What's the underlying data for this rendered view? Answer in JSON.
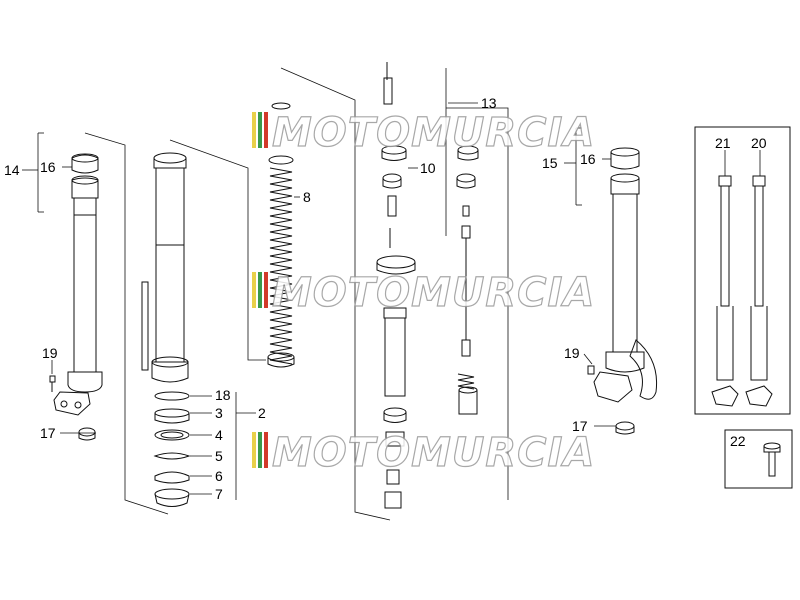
{
  "diagram": {
    "callouts": {
      "c1": "2",
      "c2": "3",
      "c3": "4",
      "c4": "5",
      "c5": "6",
      "c6": "7",
      "c7": "8",
      "c8": "10",
      "c9": "13",
      "c10": "14",
      "c11": "15",
      "c12": "16",
      "c13": "16",
      "c14": "17",
      "c15": "17",
      "c16": "18",
      "c17": "19",
      "c18": "19",
      "c19": "20",
      "c20": "21",
      "c21": "22"
    },
    "watermark": "MOTOMURCIA",
    "colors": {
      "line": "#111111",
      "watermark_stroke": "#9a9a9a",
      "spring_red": "#d24b3a",
      "flag_green": "#3a9a4a",
      "flag_red": "#d23a2a"
    }
  }
}
